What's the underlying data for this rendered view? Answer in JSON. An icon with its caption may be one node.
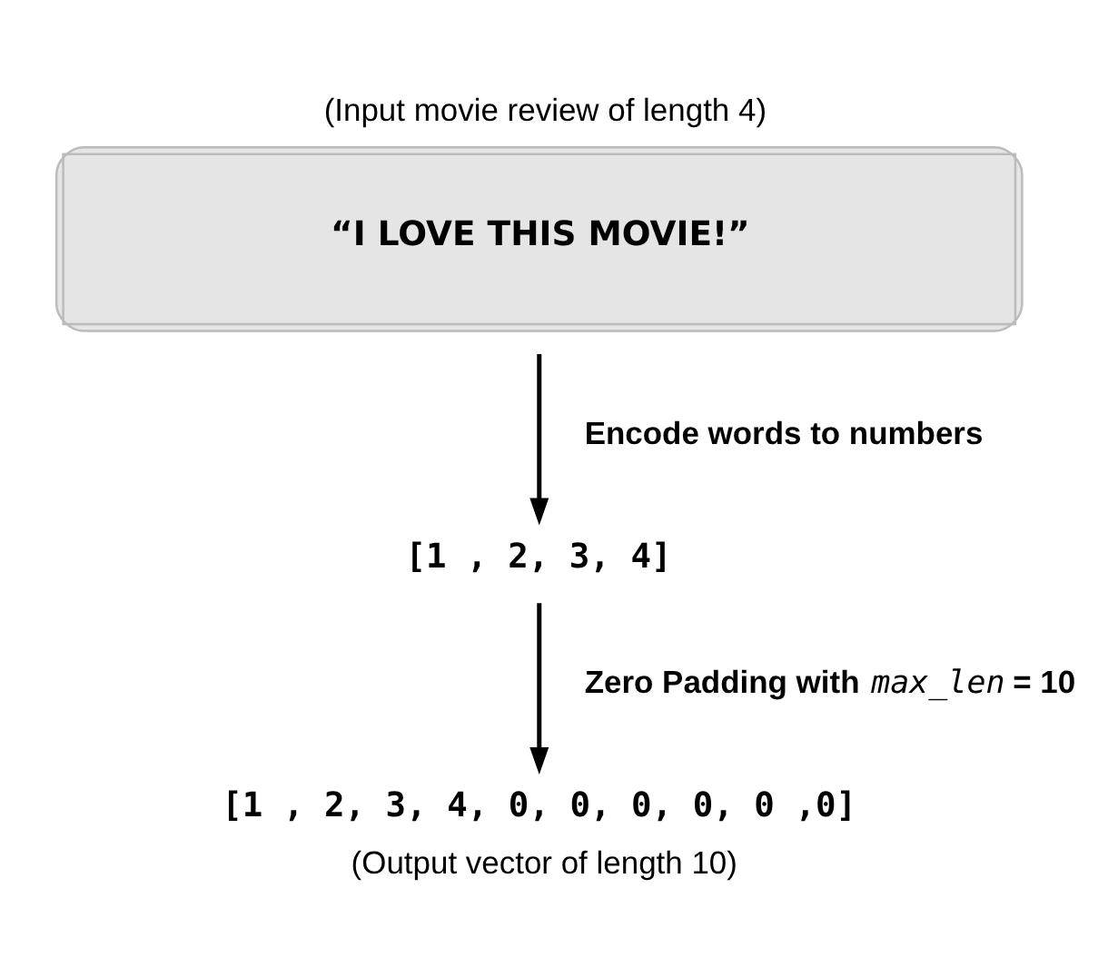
{
  "diagram": {
    "nodes": [
      {
        "text": [
          "(Input movie review of length 4)",
          "“I LOVE THIS MOVIE!”"
        ]
      },
      {
        "text": [
          "[1 , 2, 3, 4]"
        ]
      },
      {
        "text": [
          "[1 , 2, 3, 4, 0, 0, 0, 0, 0 ,0]"
        ],
        "beside": [
          "(Output vector of length 10)"
        ]
      }
    ],
    "edges": [
      {
        "from": 0,
        "to": 1,
        "arrow": "to",
        "label": "Encode words to numbers"
      },
      {
        "from": 1,
        "to": 2,
        "arrow": "to",
        "label": "Zero Padding with *max_len* = 10"
      }
    ]
  }
}
